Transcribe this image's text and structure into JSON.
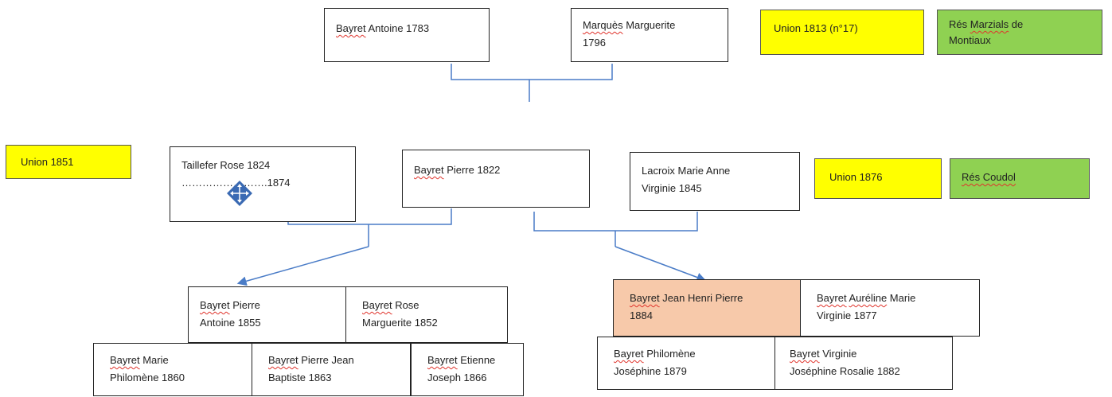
{
  "people": {
    "antoine": {
      "surname": "Bayret",
      "rest": " Antoine 1783"
    },
    "marguerite": {
      "surname": "Marquès",
      "rest": " Marguerite",
      "line2": "1796"
    },
    "rose_taillefer": {
      "line1": "Taillefer Rose 1824",
      "line2": "…………………….1874"
    },
    "pierre": {
      "surname": "Bayret",
      "rest": " Pierre 1822"
    },
    "lacroix": {
      "line1": "Lacroix Marie Anne",
      "line2": "Virginie 1845"
    },
    "pierre_antoine": {
      "surname": "Bayret",
      "rest": " Pierre",
      "line2": "Antoine 1855"
    },
    "rose_marguerite": {
      "surname": "Bayret",
      "rest": " Rose",
      "line2": "Marguerite 1852"
    },
    "marie_philomene": {
      "surname": "Bayret",
      "rest": " Marie",
      "line2": "Philomène 1860"
    },
    "pierre_jean": {
      "surname": "Bayret",
      "rest": " Pierre Jean",
      "line2": "Baptiste 1863"
    },
    "etienne": {
      "surname": "Bayret",
      "rest": " Etienne",
      "line2": "Joseph 1866"
    },
    "jean_henri": {
      "surname": "Bayret",
      "rest": " Jean Henri Pierre",
      "line2": "1884"
    },
    "aureline": {
      "surname": "Bayret",
      "rest": " ",
      "given": "Auréline",
      "rest2": " Marie",
      "line2": "Virginie 1877"
    },
    "philomene": {
      "surname": "Bayret",
      "rest": " Philomène",
      "line2": "Joséphine 1879"
    },
    "virginie": {
      "surname": "Bayret",
      "rest": " Virginie",
      "line2": "Joséphine Rosalie 1882"
    }
  },
  "tags": {
    "union_1813": "Union 1813 (n°17)",
    "res_marzials_a": "Rés ",
    "res_marzials_b": "Marzials",
    "res_marzials_c": " de",
    "res_marzials_line2": "Montiaux",
    "union_1851": "Union 1851",
    "union_1876": "Union 1876",
    "res_coudol": "Rés Coudol"
  },
  "colors": {
    "connector": "#4a7cc7",
    "union_fill": "#ffff00",
    "residence_fill": "#8fd152",
    "highlight_fill": "#f7c9aa",
    "handle": "#3a6ab3"
  }
}
